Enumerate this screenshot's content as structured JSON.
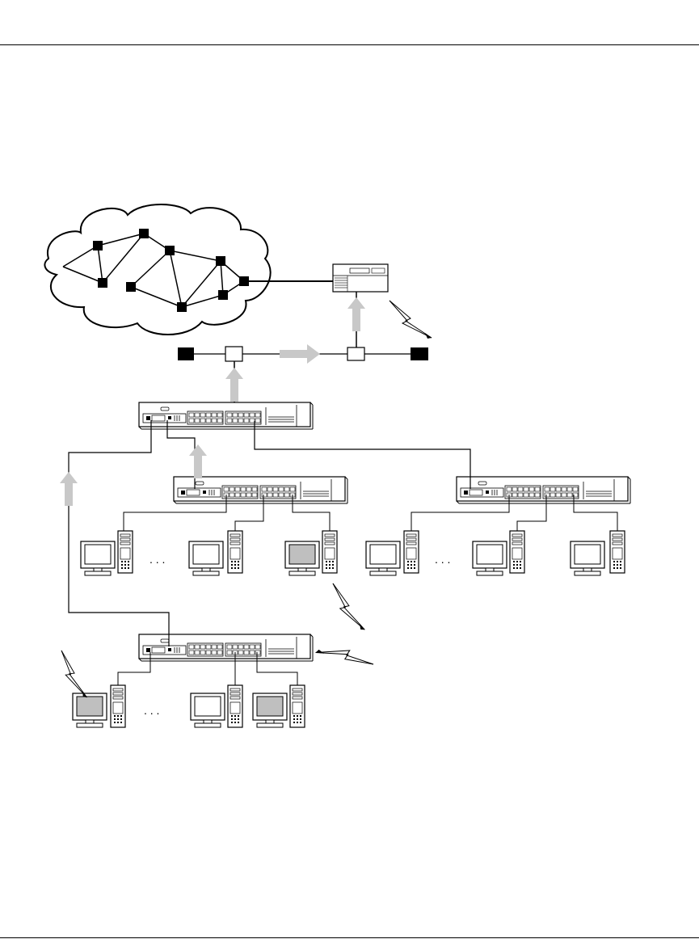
{
  "document": {
    "header_text": "",
    "footer_text": ""
  },
  "diagram": {
    "kind": "network-topology",
    "colors": {
      "line": "#000000",
      "fill": "#ffffff",
      "arrow": "#c8c8c8",
      "screen_shaded": "#bfbfbf"
    },
    "elements": {
      "wan_cloud": "cloud-with-mesh-routers",
      "wan_nodes": 10,
      "router": "router-box",
      "backbone_hubs": 2,
      "backbone_endpoints": 2,
      "core_switch": "switch-24-port",
      "edge_switches": 3,
      "workstations_per_group": 3,
      "groups": 3,
      "lightning_icons": 4,
      "flow_arrows": 5
    },
    "ellipsis": ". . ."
  }
}
